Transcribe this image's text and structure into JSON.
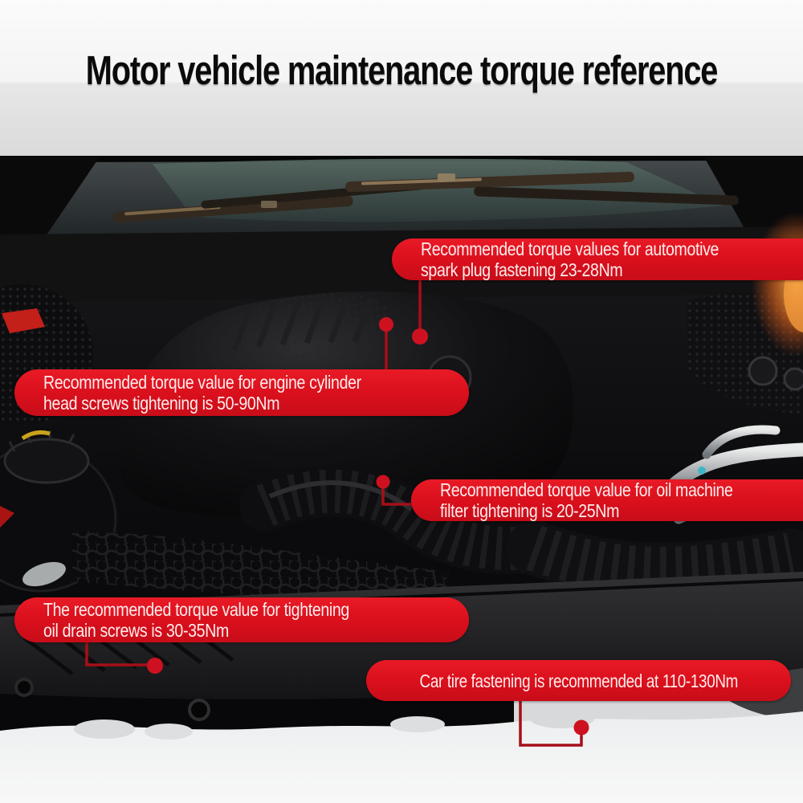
{
  "title": "Motor vehicle maintenance torque reference",
  "callouts": [
    {
      "id": "spark-plug",
      "lines": [
        "Recommended torque values for automotive",
        "spark plug fastening 23-28Nm"
      ]
    },
    {
      "id": "cylinder-head",
      "lines": [
        "Recommended torque value for engine cylinder",
        "head screws tightening is 50-90Nm"
      ]
    },
    {
      "id": "oil-filter",
      "lines": [
        "Recommended torque value for oil machine",
        "filter tightening is 20-25Nm"
      ]
    },
    {
      "id": "oil-drain",
      "lines": [
        "The recommended torque value for tightening",
        "oil drain screws is 30-35Nm"
      ]
    },
    {
      "id": "car-tire",
      "lines": [
        "Car tire fastening is recommended at 110-130Nm"
      ]
    }
  ],
  "colors": {
    "callout_background": "#d90f1c",
    "callout_text": "#ffecec",
    "connector_line": "#a50f18",
    "pointer_dot": "#ce1120",
    "title_text": "#0b0b0b",
    "header_background": "#f4f4f4"
  }
}
